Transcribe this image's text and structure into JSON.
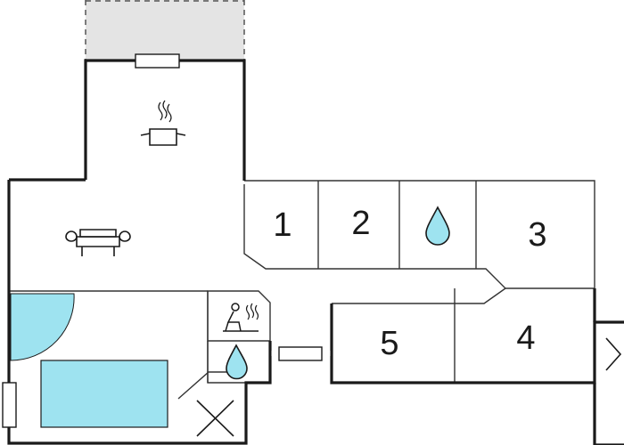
{
  "rooms": {
    "bedroom_1": {
      "label": "1"
    },
    "bedroom_2": {
      "label": "2"
    },
    "bedroom_3": {
      "label": "3"
    },
    "bedroom_4": {
      "label": "4"
    },
    "bedroom_5": {
      "label": "5"
    }
  },
  "icons": {
    "kitchen": "cooking-pot-icon",
    "living": "sofa-icon",
    "bathroom_upper": "water-drop-icon",
    "bathroom_lower": "water-drop-icon",
    "sauna": "sauna-icon",
    "storage": "cross-box-icon",
    "entrance": "chevron-right-icon"
  },
  "colors": {
    "walls": "#1a1a1a",
    "inner_walls": "#333333",
    "pool_water": "#9ee3f0",
    "terrace": "#e4e4e4",
    "window": "#ffffff"
  }
}
